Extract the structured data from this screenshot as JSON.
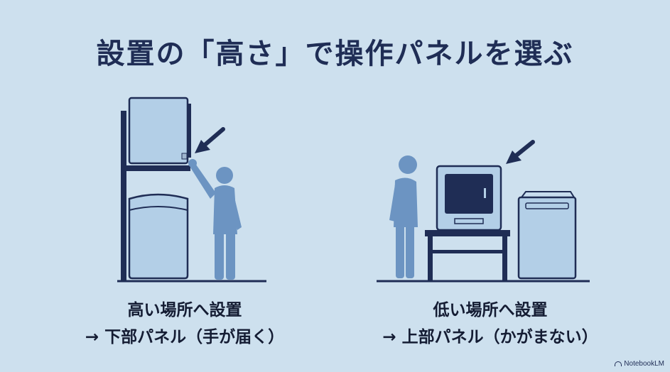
{
  "title": "設置の「高さ」で操作パネルを選ぶ",
  "left_case": {
    "line1": "高い場所へ設置",
    "line2": "→ 下部パネル（手が届く）"
  },
  "right_case": {
    "line1": "低い場所へ設置",
    "line2": "→ 上部パネル（かがまない）"
  },
  "brand": "NotebookLM",
  "colors": {
    "background": "#cde0ee",
    "dark_navy": "#1f2d55",
    "appliance_fill": "#b3cfe7",
    "person": "#6c94c2"
  }
}
